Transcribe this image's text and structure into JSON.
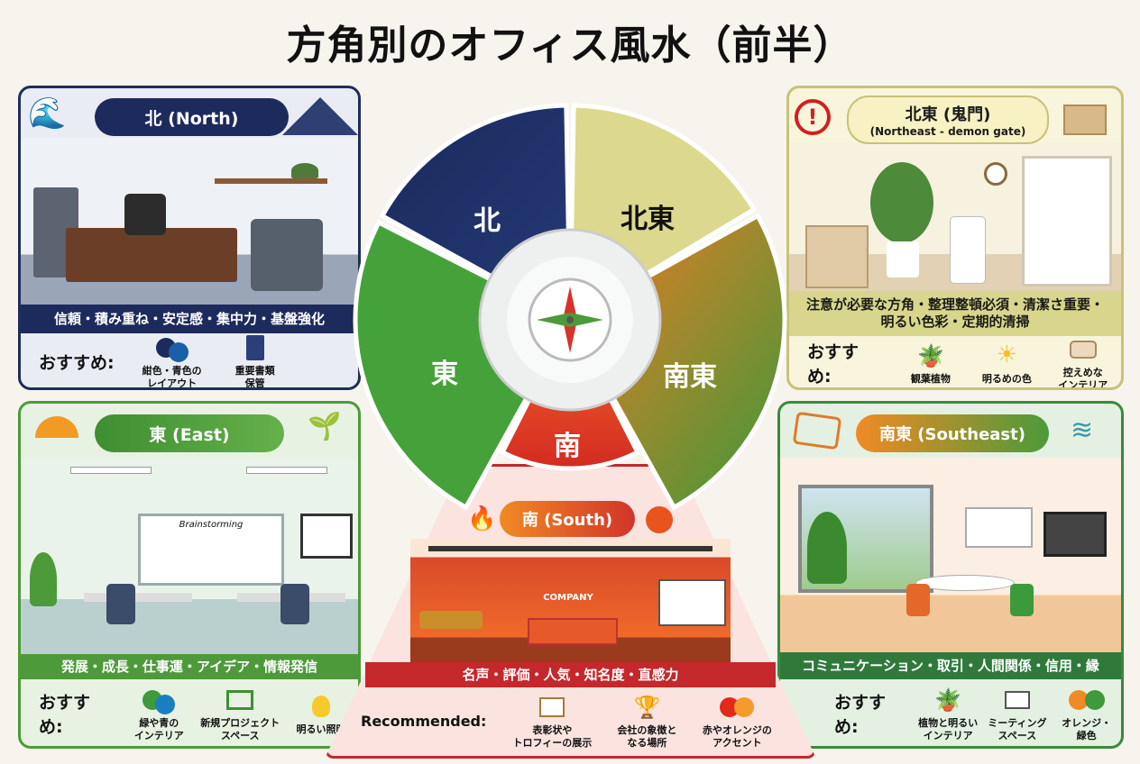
{
  "title": "方角別のオフィス風水（前半）",
  "wheel": {
    "north": "北",
    "northeast": "北東",
    "east": "東",
    "southeast": "南東",
    "south": "南"
  },
  "north": {
    "header": "北 (North)",
    "keywords": "信頼・積み重ね・安定感・集中力・基盤強化",
    "rec_label": "おすすめ:",
    "items": [
      {
        "label": "紺色・青色の\nレイアウト",
        "icon": "navy-blue-dots-icon"
      },
      {
        "label": "重要書類\n保管",
        "icon": "document-icon"
      }
    ]
  },
  "northeast": {
    "header": "北東 (鬼門)",
    "subheader": "(Northeast - demon gate)",
    "keywords": "注意が必要な方角・整理整頓必須・清潔さ重要・",
    "keywords2": "明るい色彩・定期的清掃",
    "rec_label": "おすすめ:",
    "items": [
      {
        "label": "観葉植物",
        "icon": "plant-icon"
      },
      {
        "label": "明るめの色",
        "icon": "sun-icon"
      },
      {
        "label": "控えめな\nインテリア",
        "icon": "sofa-icon"
      }
    ]
  },
  "east": {
    "header": "東 (East)",
    "board": "Brainstorming",
    "keywords": "発展・成長・仕事運・アイデア・情報発信",
    "rec_label": "おすすめ:",
    "items": [
      {
        "label": "緑や青の\nインテリア",
        "icon": "green-blue-dots-icon"
      },
      {
        "label": "新規プロジェクト\nスペース",
        "icon": "presentation-icon"
      },
      {
        "label": "明るい照明",
        "icon": "lightbulb-icon"
      }
    ]
  },
  "south": {
    "header": "南 (South)",
    "logo": "COMPANY",
    "keywords": "名声・評価・人気・知名度・直感力",
    "rec_label": "Recommended:",
    "items": [
      {
        "label": "表彰状や\nトロフィーの展示",
        "icon": "certificate-icon"
      },
      {
        "label": "会社の象徴と\nなる場所",
        "icon": "trophy-icon"
      },
      {
        "label": "赤やオレンジの\nアクセント",
        "icon": "red-orange-dots-icon"
      }
    ]
  },
  "southeast": {
    "header": "南東 (Southeast)",
    "keywords": "コミュニケーション・取引・人間関係・信用・縁",
    "rec_label": "おすすめ:",
    "items": [
      {
        "label": "植物と明るい\nインテリア",
        "icon": "potted-plant-icon"
      },
      {
        "label": "ミーティング\nスペース",
        "icon": "meeting-icon"
      },
      {
        "label": "オレンジ・\n緑色",
        "icon": "orange-green-dots-icon"
      }
    ]
  },
  "colors": {
    "navy": "#1d2b5c",
    "olive": "#d8d68c",
    "green": "#4d9a3a",
    "red": "#c4282a",
    "orange": "#f08a24"
  }
}
